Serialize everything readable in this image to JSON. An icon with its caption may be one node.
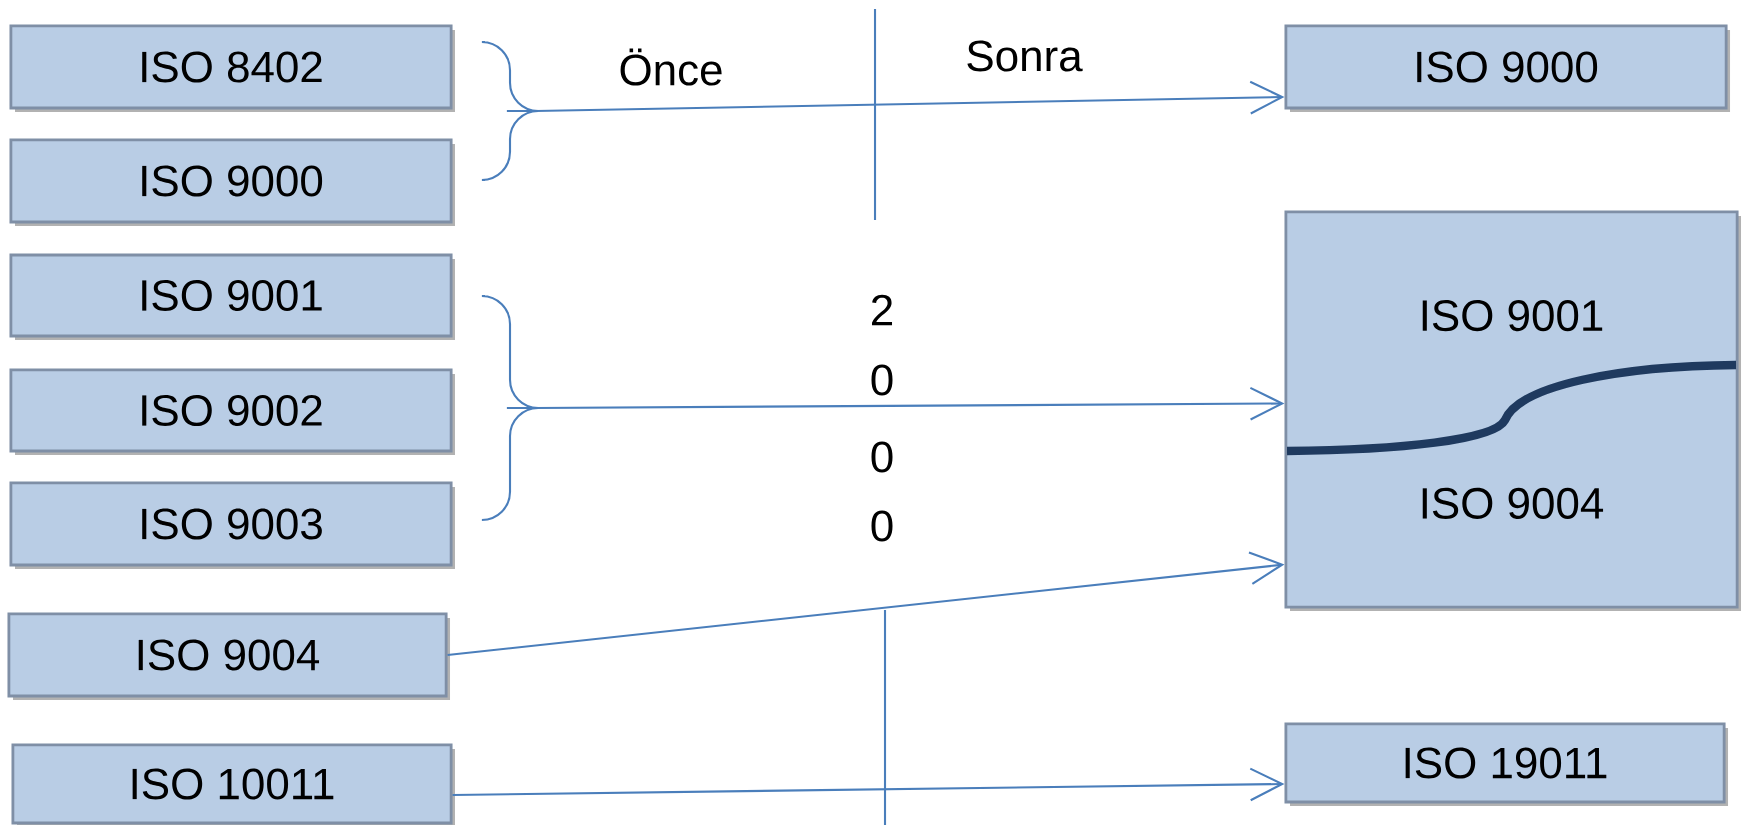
{
  "diagram": {
    "nodes": [
      {
        "text": [
          "ISO 8402"
        ]
      },
      {
        "text": [
          "ISO 9000"
        ]
      },
      {
        "text": [
          "ISO 9001"
        ]
      },
      {
        "text": [
          "ISO 9002"
        ]
      },
      {
        "text": [
          "ISO 9003"
        ]
      },
      {
        "text": [
          "ISO 9004"
        ]
      },
      {
        "text": [
          "ISO 10011"
        ]
      },
      {
        "text": [],
        "shape": "brace"
      },
      {
        "text": [],
        "shape": "brace"
      },
      {
        "text": [
          "ISO 9000"
        ]
      },
      {
        "text": [
          "ISO 9001",
          "ISO 9004"
        ]
      },
      {
        "text": [
          "ISO 19011"
        ]
      }
    ],
    "edges": [
      {
        "from": 7,
        "to": 9,
        "arrow": "to"
      },
      {
        "from": 8,
        "to": 10,
        "arrow": "to"
      },
      {
        "from": 5,
        "to": 10,
        "arrow": "to"
      },
      {
        "from": 6,
        "to": 11,
        "arrow": "to"
      }
    ],
    "labels": [
      "Önce",
      "Sonra",
      "2",
      "0",
      "0",
      "0"
    ]
  }
}
